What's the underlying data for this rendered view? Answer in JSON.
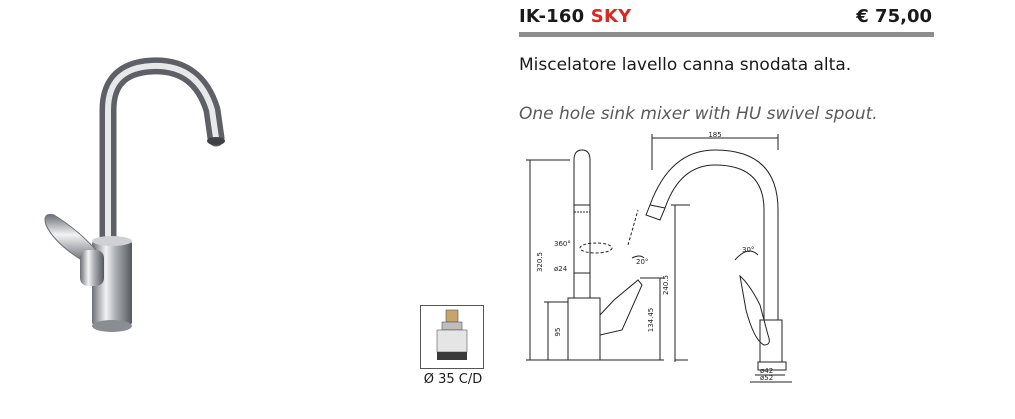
{
  "product": {
    "code_prefix": "IK-160",
    "series": "SKY",
    "price": "€ 75,00",
    "description_it": "Miscelatore lavello canna snodata alta.",
    "description_en": "One hole sink mixer with HU swivel spout.",
    "cartridge": "Ø 35 C/D"
  },
  "dimensions": {
    "spout_reach": "185",
    "total_height": "320.5",
    "spout_height": "240.5",
    "body_height": "134.45",
    "base_height": "95",
    "spout_diameter": "ø24",
    "rotation": "360°",
    "lever_angle_front": "20°",
    "lever_angle_side": "30°",
    "base_inner": "ø42",
    "base_outer": "ø52"
  },
  "colors": {
    "series_red": "#d72a27",
    "rule_gray": "#8d8d8d",
    "chrome_dark": "#5e6066",
    "chrome_light": "#e6e8ea"
  }
}
